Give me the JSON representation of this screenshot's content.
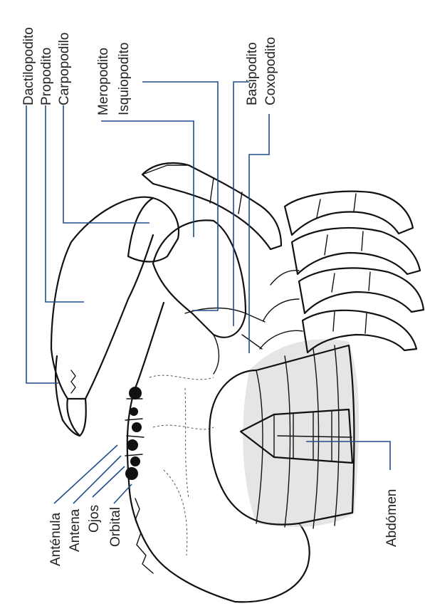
{
  "labels": {
    "dactilopodito": "Dactilopodito",
    "propodito": "Propodito",
    "carpopodilo": "Carpopodilo",
    "meropodito": "Meropodito",
    "isquiopodito": "Isquiopodito",
    "basipodito": "Basipodito",
    "coxopodito": "Coxopodito",
    "antenula": "Anténula",
    "antena": "Antena",
    "ojos": "Ojos",
    "orbital": "Orbital",
    "abdomen": "Abdómen"
  },
  "colors": {
    "leader_line": "#1f4e8a",
    "ink": "#111111",
    "background": "#ffffff"
  }
}
